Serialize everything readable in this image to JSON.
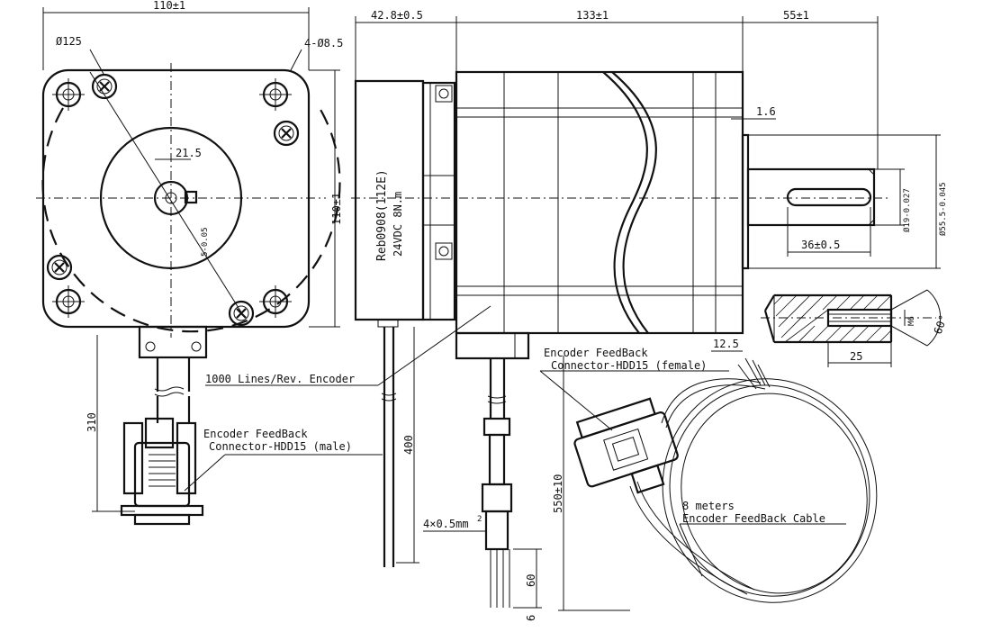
{
  "dimensions": {
    "front_width": "110±1",
    "front_height": "110±1",
    "bolt_circle": "Ø125",
    "mount_holes": "4-Ø8.5",
    "boss_offset": "21.5",
    "shaft_key_depth": "5-0.05",
    "cable_length_front": "310",
    "encoder_length": "42.8±0.5",
    "body_length": "133±1",
    "shaft_length": "55±1",
    "flange_thickness": "1.6",
    "key_length": "36±0.5",
    "shaft_diameter": "Ø19-0.027",
    "pilot_diameter": "Ø55.5-0.045",
    "cable_length_side": "400",
    "cable_length_connector": "550±10",
    "flange_offset": "12.5",
    "thread_depth": "25",
    "thread_size": "M6",
    "chamfer_angle": "60°",
    "lead_length": "60",
    "strip_length": "6",
    "wire_gauge": "4×0.5mm",
    "wire_gauge_sup": "2"
  },
  "labels": {
    "model": "Reb0908(112E)",
    "rating": "24VDC 8N.m",
    "encoder_note": "1000 Lines/Rev. Encoder",
    "connector_male_1": "Encoder FeedBack",
    "connector_male_2": "Connector-HDD15 (male)",
    "connector_female_1": "Encoder FeedBack",
    "connector_female_2": "Connector-HDD15 (female)",
    "cable_len_1": "8 meters",
    "cable_len_2": "Encoder FeedBack Cable"
  }
}
